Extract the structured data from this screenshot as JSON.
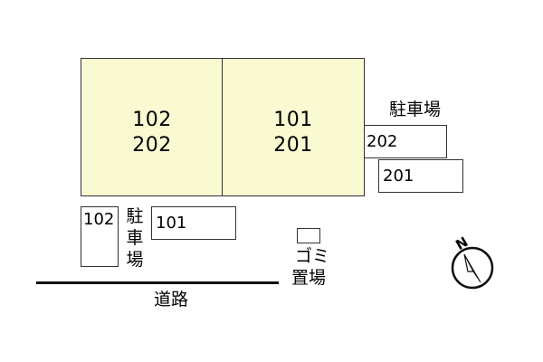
{
  "building": {
    "unit_left": {
      "lines": [
        "102",
        "202"
      ]
    },
    "unit_right": {
      "lines": [
        "101",
        "201"
      ]
    }
  },
  "parking_right": {
    "label": "駐車場",
    "spaces": [
      "202",
      "201"
    ]
  },
  "parking_left": {
    "label_chars": [
      "駐",
      "車",
      "場"
    ],
    "spaces": [
      "102",
      "101"
    ]
  },
  "garbage": {
    "line1": "ゴミ",
    "line2": "置場"
  },
  "road": {
    "label": "道路"
  },
  "compass": {
    "label": "N"
  }
}
